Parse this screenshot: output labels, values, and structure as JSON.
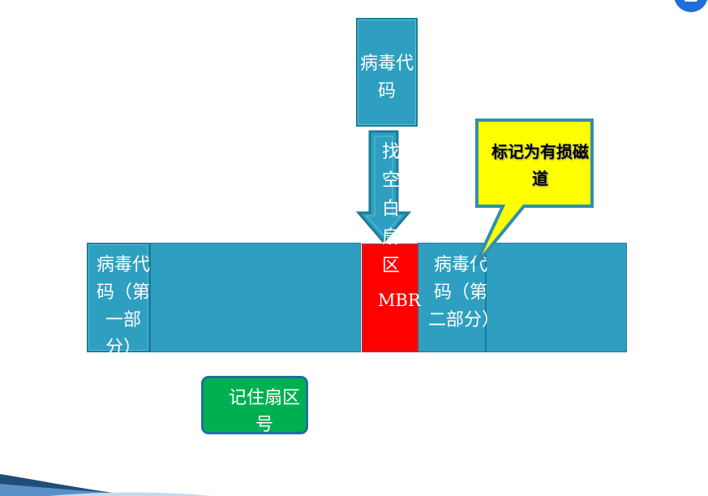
{
  "diagram": {
    "virus_code_top": "病毒代码",
    "find_blank_sector": [
      "找",
      "空",
      "白",
      "扇",
      "区"
    ],
    "mbr_label": "MBR",
    "virus_code_part1": "病毒代码（第一部分）",
    "virus_code_part2": "病毒代码（第二部分）",
    "callout": "标记为有损磁道",
    "remember_sector": "记住扇区号"
  },
  "colors": {
    "teal": "#2e9fc0",
    "red": "#ff0000",
    "yellow": "#ffff00",
    "green": "#00b050"
  },
  "icons": {
    "logo": "word-logo-icon",
    "decoration": "corner-swoosh-icon"
  }
}
